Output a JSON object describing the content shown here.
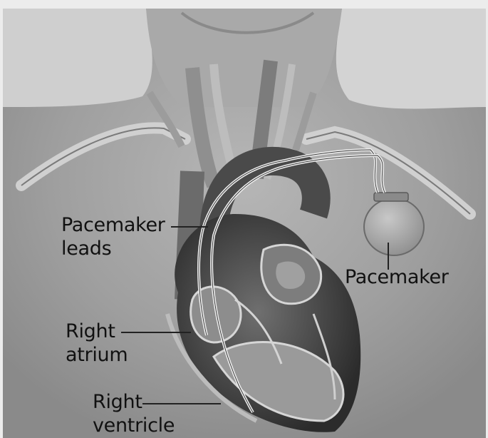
{
  "labels": {
    "pacemaker_leads": [
      "Pacemaker",
      "leads"
    ],
    "pacemaker": "Pacemaker",
    "right_atrium": [
      "Right",
      "atrium"
    ],
    "right_ventricle": [
      "Right",
      "ventricle"
    ]
  },
  "colors": {
    "background": "#8c8c8c",
    "skin": "#a7a7a7",
    "heart_dark": "#2e2e2e",
    "heart_mid": "#5a5a5a",
    "vessel": "#c9c9c9",
    "text": "#111111"
  }
}
